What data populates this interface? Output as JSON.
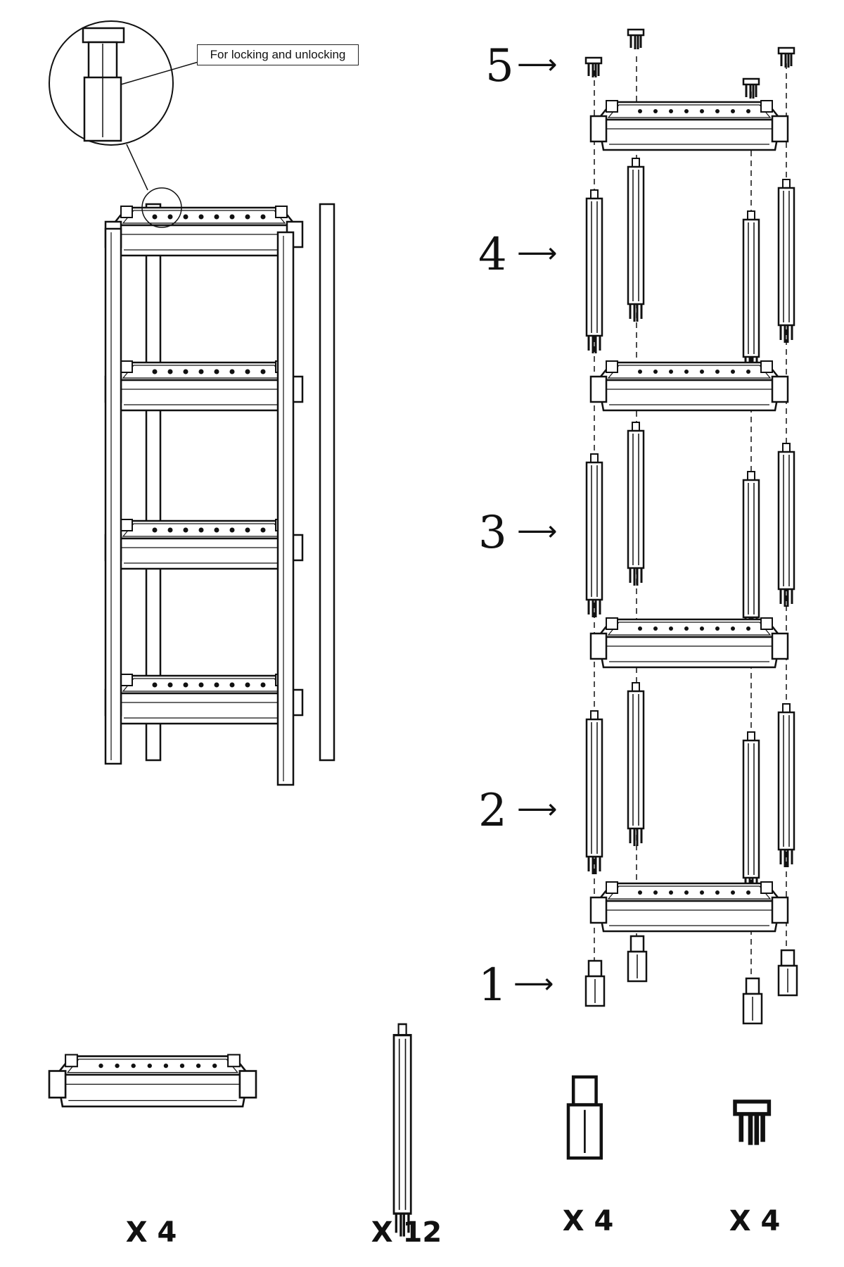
{
  "callout_text": "For locking and unlocking",
  "steps": [
    {
      "label": "5"
    },
    {
      "label": "4"
    },
    {
      "label": "3"
    },
    {
      "label": "2"
    },
    {
      "label": "1"
    }
  ],
  "parts": [
    {
      "name": "shelf",
      "quantity": "X 4"
    },
    {
      "name": "pole",
      "quantity": "X 12"
    },
    {
      "name": "foot",
      "quantity": "X 4"
    },
    {
      "name": "cap",
      "quantity": "X 4"
    }
  ],
  "colors": {
    "line": "#111111",
    "background": "#ffffff",
    "fill": "#ffffff"
  }
}
